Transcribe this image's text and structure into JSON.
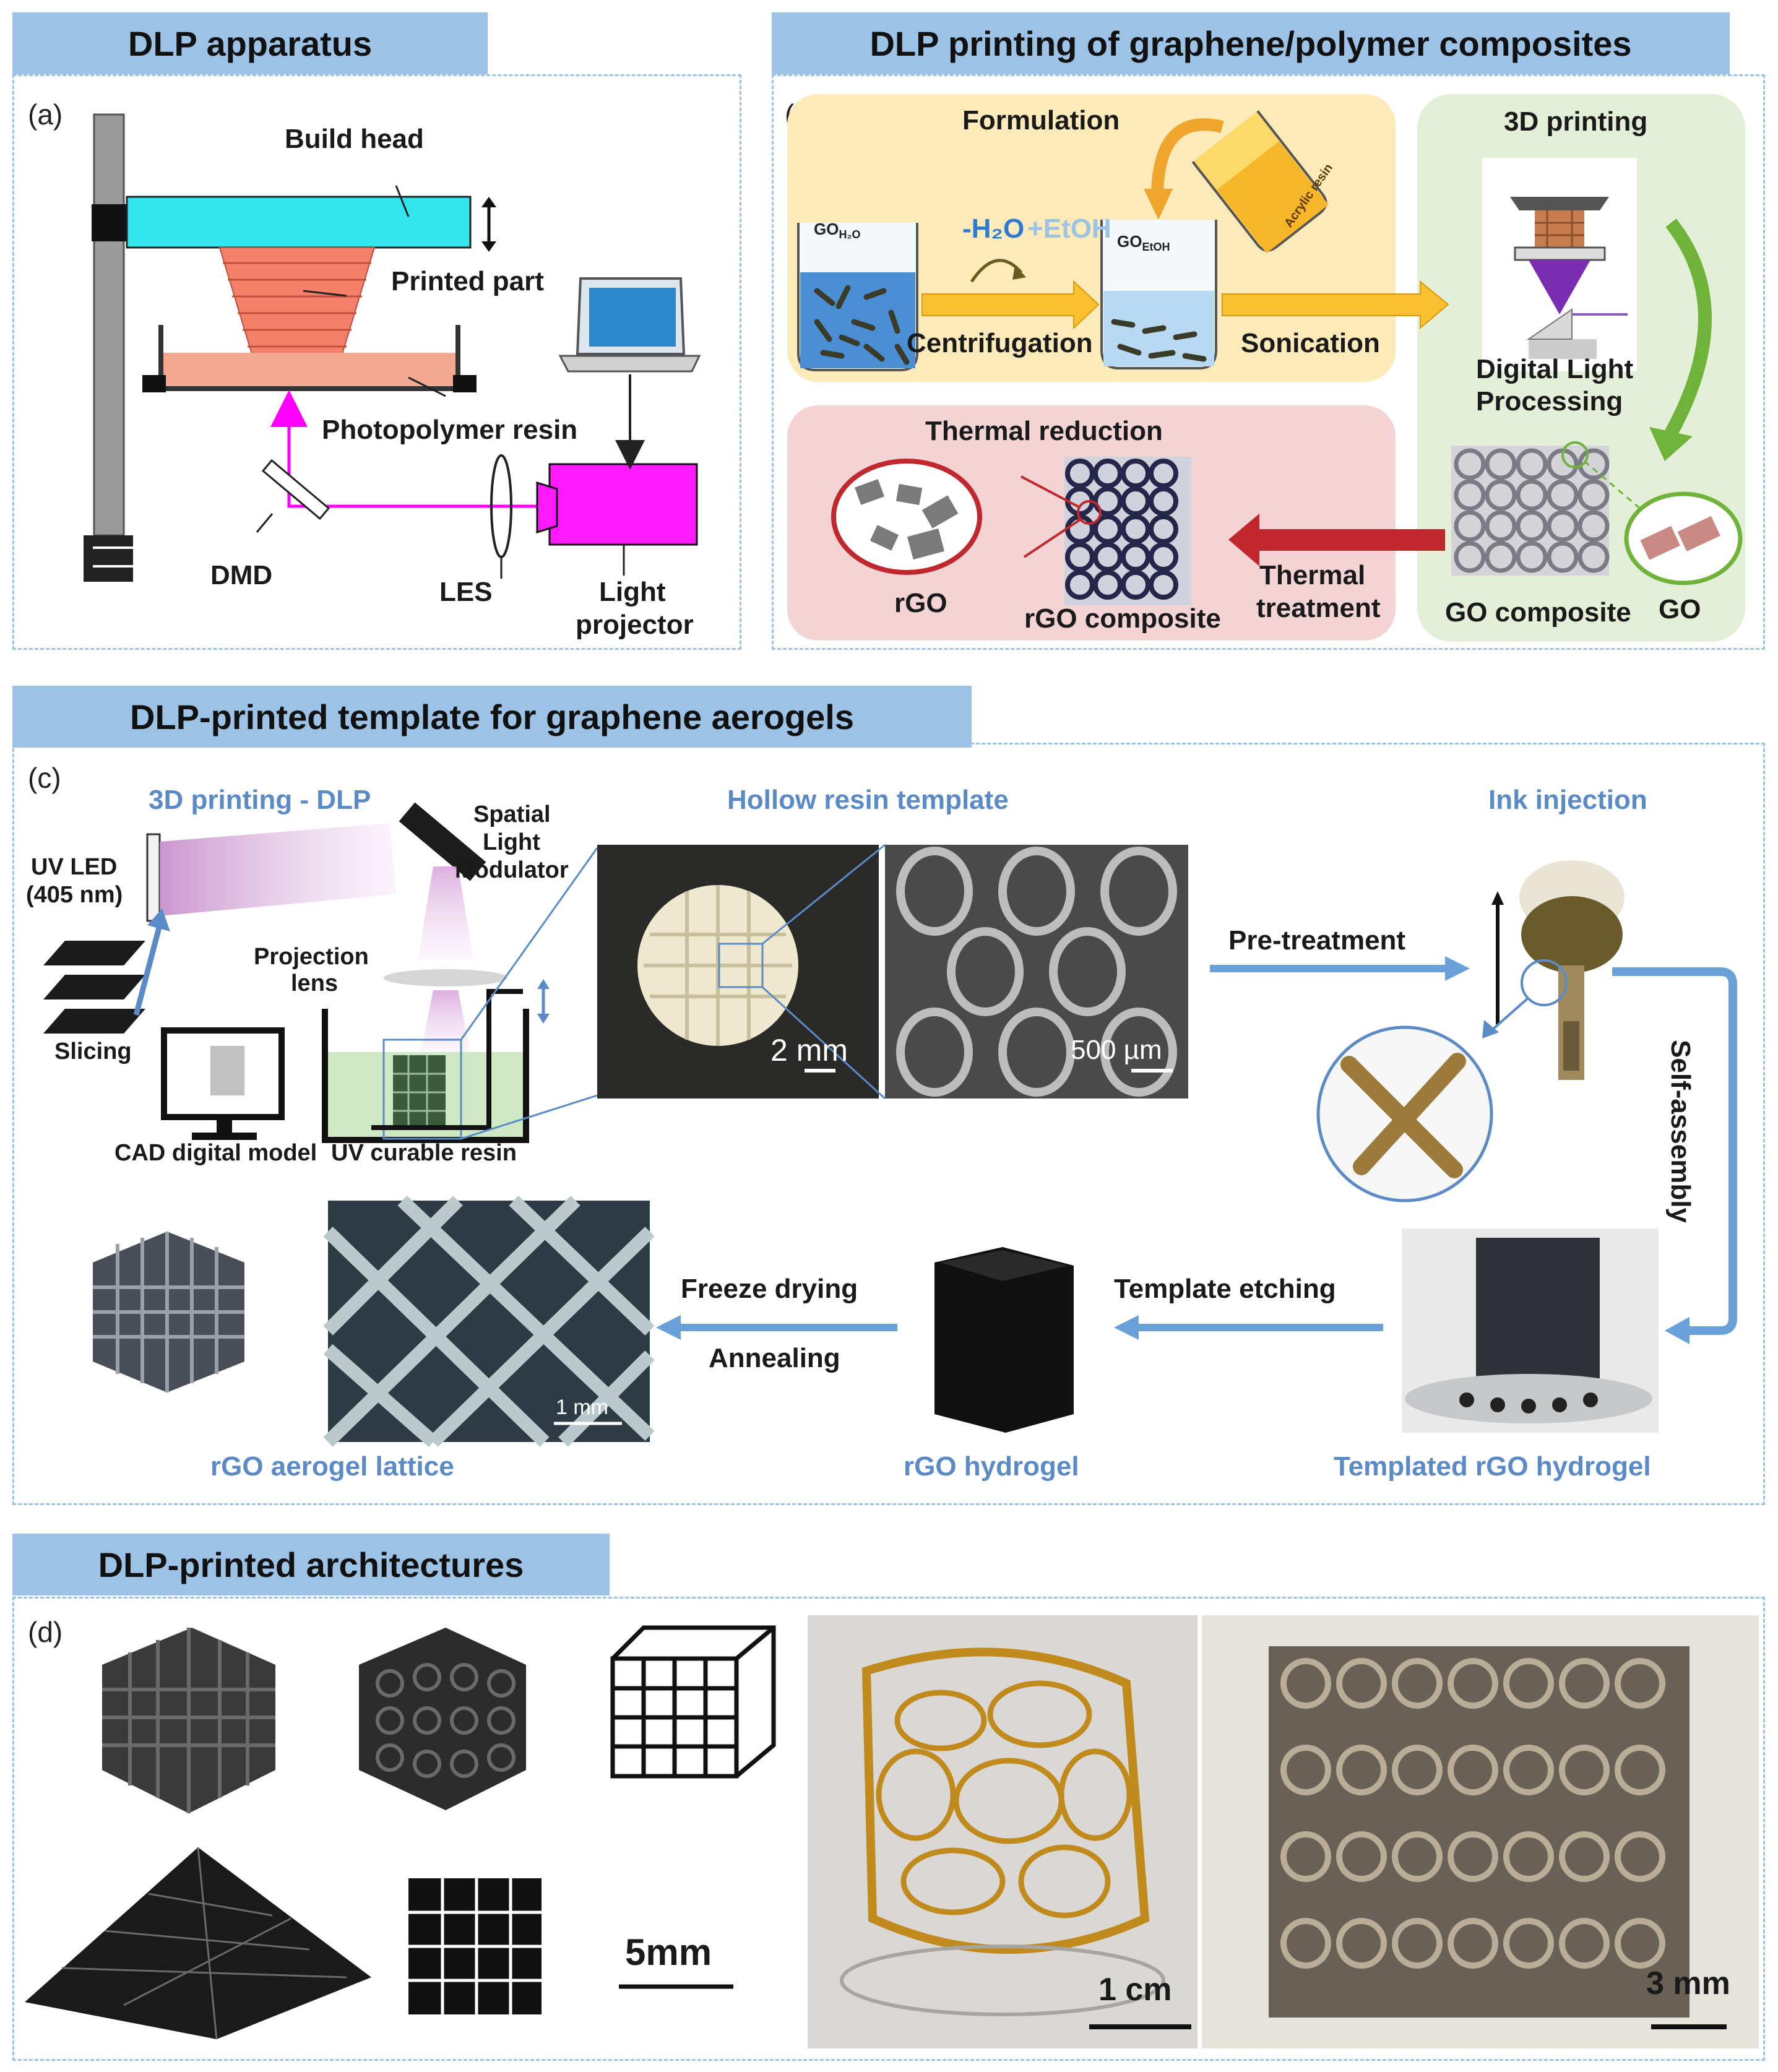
{
  "headers": {
    "a": "DLP apparatus",
    "b": "DLP printing of graphene/polymer composites",
    "c": "DLP-printed template for graphene aerogels",
    "d": "DLP-printed architectures"
  },
  "panel_letters": {
    "a": "(a)",
    "b": "(b)",
    "c": "(c)",
    "d": "(d)"
  },
  "panel_a": {
    "build_head": "Build head",
    "printed_part": "Printed part",
    "photopolymer_resin": "Photopolymer resin",
    "dmd": "DMD",
    "les": "LES",
    "light_projector_1": "Light",
    "light_projector_2": "projector"
  },
  "panel_b": {
    "formulation": "Formulation",
    "minus_h2o": "-H₂O",
    "plus_etoh": "+EtOH",
    "go_h2o": "GO",
    "go_h2o_sub": "H₂O",
    "go_etoh": "GO",
    "go_etoh_sub": "EtOH",
    "acrylic_resin": "Acrylic resin",
    "centrifugation": "Centrifugation",
    "sonication": "Sonication",
    "printing_3d": "3D printing",
    "dlp_1": "Digital Light",
    "dlp_2": "Processing",
    "thermal_reduction": "Thermal reduction",
    "rgo": "rGO",
    "rgo_composite": "rGO composite",
    "thermal_treatment_1": "Thermal",
    "thermal_treatment_2": "treatment",
    "go_composite": "GO composite",
    "go": "GO"
  },
  "panel_c": {
    "printing_dlp": "3D printing - DLP",
    "spatial_1": "Spatial",
    "spatial_2": "Light",
    "spatial_3": "Modulator",
    "uv_led_1": "UV LED",
    "uv_led_2": "(405 nm)",
    "projection_1": "Projection",
    "projection_2": "lens",
    "slicing": "Slicing",
    "cad_model": "CAD digital model",
    "uv_resin": "UV curable resin",
    "hollow_template": "Hollow resin template",
    "scale_2mm": "2 mm",
    "scale_500um": "500 µm",
    "pre_treatment": "Pre-treatment",
    "ink_injection": "Ink injection",
    "self_assembly": "Self-assembly",
    "templated_hydrogel": "Templated rGO hydrogel",
    "template_etching": "Template etching",
    "rgo_hydrogel": "rGO hydrogel",
    "freeze_drying": "Freeze drying",
    "annealing": "Annealing",
    "aerogel_lattice": "rGO aerogel lattice",
    "scale_1mm": "1 mm"
  },
  "panel_d": {
    "scale_5mm": "5mm",
    "scale_1cm": "1 cm",
    "scale_3mm": "3 mm"
  },
  "colors": {
    "header_blue": "#9cc3e6",
    "label_blue": "#5b8bc6",
    "cyan_head": "#33e6ee",
    "salmon": "#f0806a",
    "magenta": "#ff00ff",
    "formulation_bg": "#fcebb8",
    "printing_bg": "#e3efd6",
    "thermal_bg": "#f4d3d5",
    "arrow_yellow": "#fbc02d",
    "arrow_green": "#6fb33a",
    "arrow_red": "#c0282d",
    "flow_arrow_blue": "#6aa0d8"
  }
}
